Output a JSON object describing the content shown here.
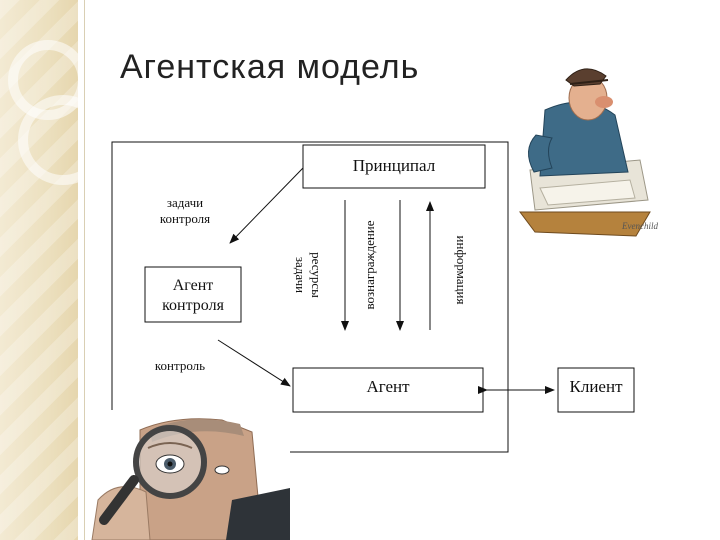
{
  "title": "Агентская модель",
  "nodes": {
    "principal": "Принципал",
    "control_agent_line1": "Агент",
    "control_agent_line2": "контроля",
    "agent": "Агент",
    "client": "Клиент"
  },
  "labels": {
    "control_tasks_line1": "задачи",
    "control_tasks_line2": "контроля",
    "control": "контроль",
    "tasks_resources_line1": "задачи",
    "tasks_resources_line2": "ресурсы",
    "reward": "вознаграждение",
    "information": "информация"
  },
  "illustration": {
    "signature": "Evenchild"
  }
}
